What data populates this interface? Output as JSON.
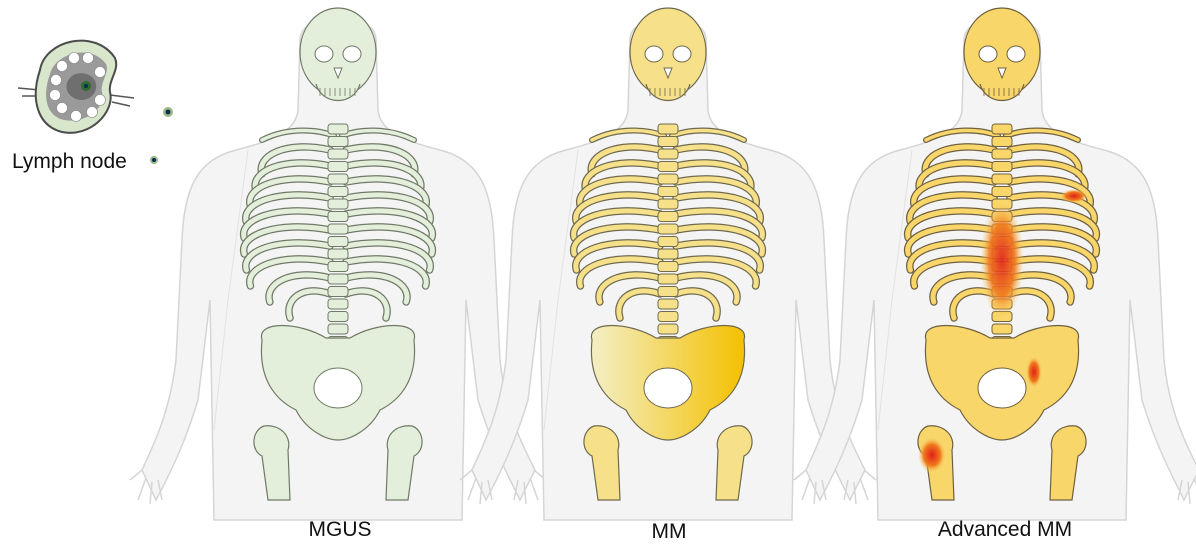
{
  "lymph_node_label": "Lymph node",
  "stages": [
    {
      "label": "MGUS",
      "skeleton_color": "#e6f0dc",
      "outline_color": "#6f7a66",
      "bone_tint": "none"
    },
    {
      "label": "MM",
      "skeleton_color": "#f7e9a4",
      "outline_color": "#6f6a4e",
      "bone_tint": "yellow"
    },
    {
      "label": "Advanced MM",
      "skeleton_color": "#f8dc6e",
      "outline_color": "#6f6040",
      "bone_tint": "yellow-with-red-lesions"
    }
  ],
  "colors": {
    "body_fill": "#f4f4f4",
    "body_stroke": "#d5d5d5",
    "mgus_bone": "#e3eedb",
    "mm_bone": "#f6e08a",
    "advanced_bone": "#f8d66a",
    "lesion_red": "#e4271c",
    "lymph_dot": "#0d2a55"
  },
  "icons": [
    "lymph-node-icon",
    "lymph-dot-icon"
  ]
}
